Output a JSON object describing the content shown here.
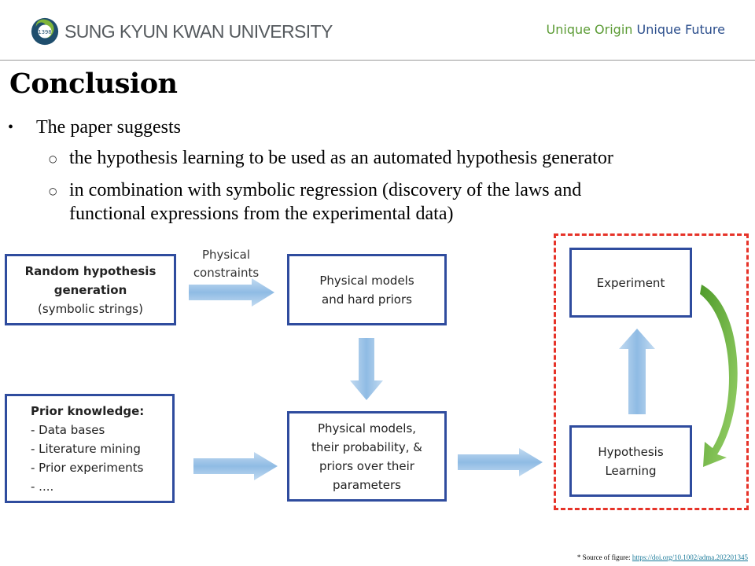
{
  "header": {
    "university_name": "SUNG KYUN KWAN UNIVERSITY",
    "slogan_part1": "Unique Origin",
    "slogan_part2": "Unique Future"
  },
  "slide": {
    "title": "Conclusion",
    "bullet_main": "The paper suggests",
    "sub_bullets": [
      "the hypothesis learning to be used as an automated hypothesis generator",
      "in combination with symbolic regression (discovery of the laws and",
      "functional expressions from the experimental data)"
    ]
  },
  "diagram": {
    "random_box": {
      "line1": "Random hypothesis",
      "line2": "generation",
      "line3": "(symbolic strings)"
    },
    "constraints_label": {
      "line1": "Physical",
      "line2": "constraints"
    },
    "phys_box1": {
      "line1": "Physical models",
      "line2": "and hard priors"
    },
    "prior_box": {
      "heading": "Prior knowledge:",
      "items": [
        "-   Data bases",
        "-   Literature mining",
        "-   Prior experiments",
        "-   ...."
      ]
    },
    "phys_box2": {
      "line1": "Physical models,",
      "line2": "their probability, &",
      "line3": "priors over their",
      "line4": "parameters"
    },
    "experiment_box": "Experiment",
    "hypothesis_box": {
      "line1": "Hypothesis",
      "line2": "Learning"
    },
    "colors": {
      "box_border": "#2f4c9e",
      "arrow_fill": "#9dc3e6",
      "dashed_border": "#e63329",
      "curved_arrow": "#5aa02c"
    }
  },
  "footer": {
    "source_prefix": "* Source of figure: ",
    "source_link": "https://doi.org/10.1002/adma.202201345"
  }
}
